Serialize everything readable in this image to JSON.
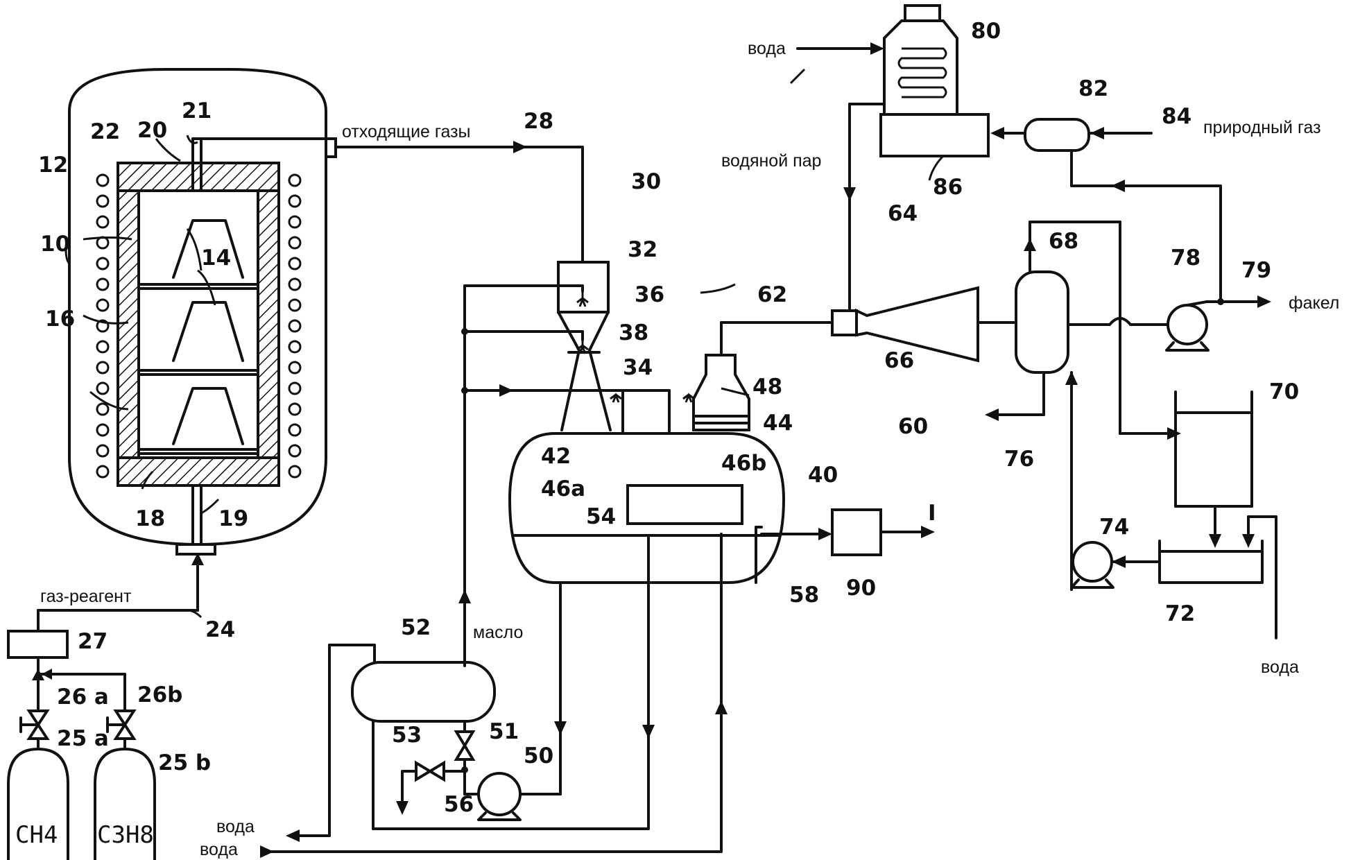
{
  "labels": {
    "off_gases": "отходящие газы",
    "reagent_gas": "газ-реагент",
    "water_top": "вода",
    "steam": "водяной пар",
    "natural_gas": "природный газ",
    "flare": "факел",
    "oil": "масло",
    "water_out": "вода",
    "water_in": "вода",
    "water_right": "вода",
    "output_I": "I",
    "gas_ch4": "CH4",
    "gas_c3h8": "C3H8"
  },
  "numbers": {
    "n10": "10",
    "n12": "12",
    "n14": "14",
    "n16": "16",
    "n18": "18",
    "n19": "19",
    "n20": "20",
    "n21": "21",
    "n22": "22",
    "n24": "24",
    "n25a": "25 a",
    "n25b": "25 b",
    "n26a": "26 a",
    "n26b": "26b",
    "n27": "27",
    "n28": "28",
    "n30": "30",
    "n32": "32",
    "n34": "34",
    "n36": "36",
    "n38": "38",
    "n40": "40",
    "n42": "42",
    "n44": "44",
    "n46a": "46a",
    "n46b": "46b",
    "n48": "48",
    "n50": "50",
    "n51": "51",
    "n52": "52",
    "n53": "53",
    "n54": "54",
    "n56": "56",
    "n58": "58",
    "n60": "60",
    "n62": "62",
    "n64": "64",
    "n66": "66",
    "n68": "68",
    "n70": "70",
    "n72": "72",
    "n74": "74",
    "n76": "76",
    "n78": "78",
    "n79": "79",
    "n80": "80",
    "n82": "82",
    "n84": "84",
    "n86": "86",
    "n90": "90"
  }
}
